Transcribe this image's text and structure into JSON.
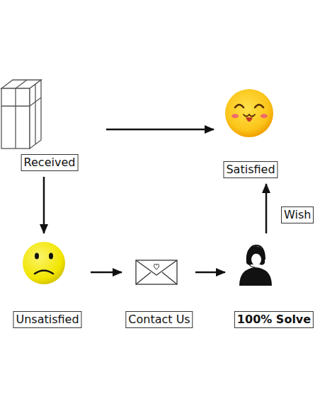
{
  "diagram": {
    "nodes": [
      {
        "text": [
          "Received"
        ]
      },
      {
        "text": [
          "Satisfied"
        ]
      },
      {
        "text": [
          "Unsatisfied"
        ]
      },
      {
        "text": [
          "Contact Us"
        ]
      },
      {
        "text": [
          "100% Solve"
        ]
      }
    ],
    "edges": [
      {
        "from": 0,
        "to": 1,
        "arrow": "to"
      },
      {
        "from": 0,
        "to": 2,
        "arrow": "to"
      },
      {
        "from": 2,
        "to": 3,
        "arrow": "to"
      },
      {
        "from": 3,
        "to": 4,
        "arrow": "to"
      },
      {
        "from": 4,
        "to": 1,
        "label": "Wish",
        "arrow": "to"
      }
    ]
  }
}
